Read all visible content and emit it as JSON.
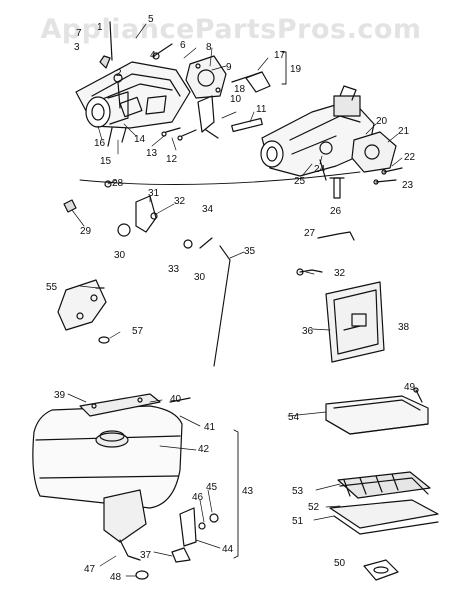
{
  "watermark": "AppliancePartsPros.com",
  "callouts": {
    "c1": "1",
    "c2": "2",
    "c3": "3",
    "c4": "4",
    "c5": "5",
    "c6": "6",
    "c7": "7",
    "c8": "8",
    "c9": "9",
    "c10": "10",
    "c11": "11",
    "c12": "12",
    "c13": "13",
    "c14": "14",
    "c15": "15",
    "c16": "16",
    "c17": "17",
    "c18": "18",
    "c19": "19",
    "c20": "20",
    "c21": "21",
    "c22": "22",
    "c23": "23",
    "c24": "24",
    "c25": "25",
    "c26": "26",
    "c27": "27",
    "c28": "28",
    "c29": "29",
    "c30a": "30",
    "c30b": "30",
    "c31": "31",
    "c32a": "32",
    "c32b": "32",
    "c33": "33",
    "c34": "34",
    "c35": "35",
    "c36": "36",
    "c37": "37",
    "c38": "38",
    "c39": "39",
    "c40": "40",
    "c41": "41",
    "c42": "42",
    "c43": "43",
    "c44": "44",
    "c45": "45",
    "c46": "46",
    "c47": "47",
    "c48": "48",
    "c49": "49",
    "c50": "50",
    "c51": "51",
    "c52": "52",
    "c53": "53",
    "c54": "54",
    "c55": "55",
    "c57": "57"
  }
}
